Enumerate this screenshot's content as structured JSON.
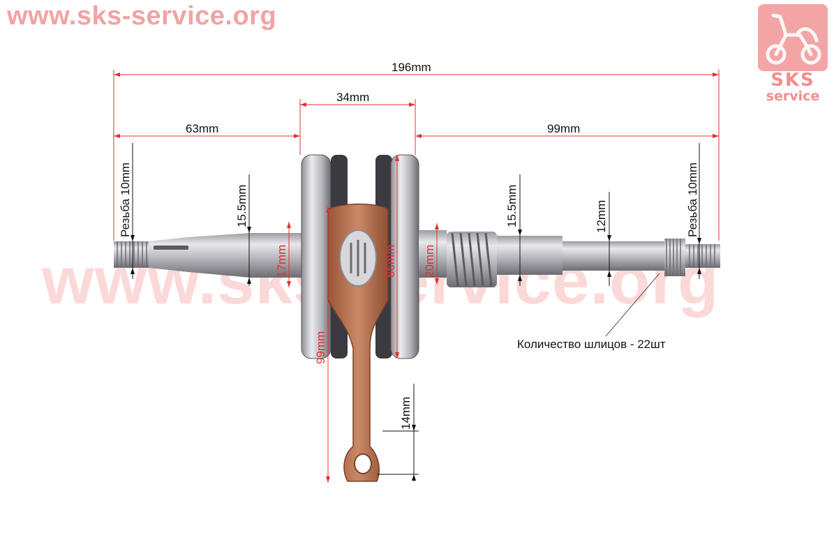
{
  "watermark": {
    "top_text": "www.sks-service.org",
    "center_text": "www.sks-service.org"
  },
  "logo": {
    "line1": "SKS",
    "line2": "service",
    "color": "#f08e8e"
  },
  "dimensions": {
    "total_length": "196mm",
    "left_section": "63mm",
    "cheek_width": "34mm",
    "right_section": "99mm",
    "left_thread": "Резьба 10mm",
    "right_thread": "Резьба 10mm",
    "left_shaft_dia": "15.5mm",
    "right_shaft_dia": "15.5mm",
    "right_end_dia": "12mm",
    "left_journal_dia": "17mm",
    "right_journal_dia": "20mm",
    "flywheel_dia": "66mm",
    "rod_length": "99mm",
    "small_end_dia": "14mm"
  },
  "spline_note": "Количество шлицов - 22шт",
  "colors": {
    "dimension_line": "#e03030",
    "steel": "#c8c8cc",
    "rod_copper": "#b87050"
  }
}
